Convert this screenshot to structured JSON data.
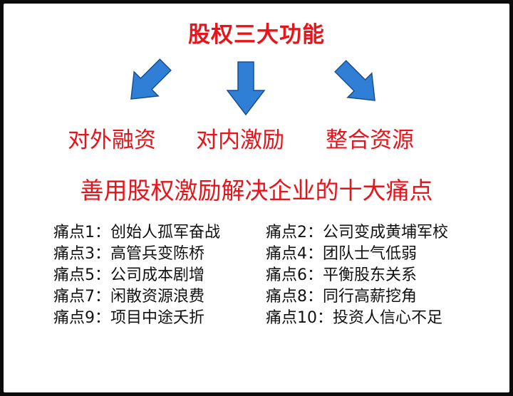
{
  "title": "股权三大功能",
  "functions": [
    "对外融资",
    "对内激励",
    "整合资源"
  ],
  "subtitle": "善用股权激励解决企业的十大痛点",
  "pain_points": [
    [
      "痛点1：创始人孤军奋战",
      "痛点2：公司变成黄埔军校"
    ],
    [
      "痛点3：高管兵变陈桥",
      "痛点4：团队士气低弱"
    ],
    [
      "痛点5：公司成本剧增",
      "痛点6：平衡股东关系"
    ],
    [
      "痛点7：闲散资源浪费",
      "痛点8：同行高薪挖角"
    ],
    [
      "痛点9：项目中途夭折",
      "痛点10：投资人信心不足"
    ]
  ],
  "colors": {
    "accent": "#e8141b",
    "arrow": "#2f7fd6",
    "text": "#111111"
  }
}
